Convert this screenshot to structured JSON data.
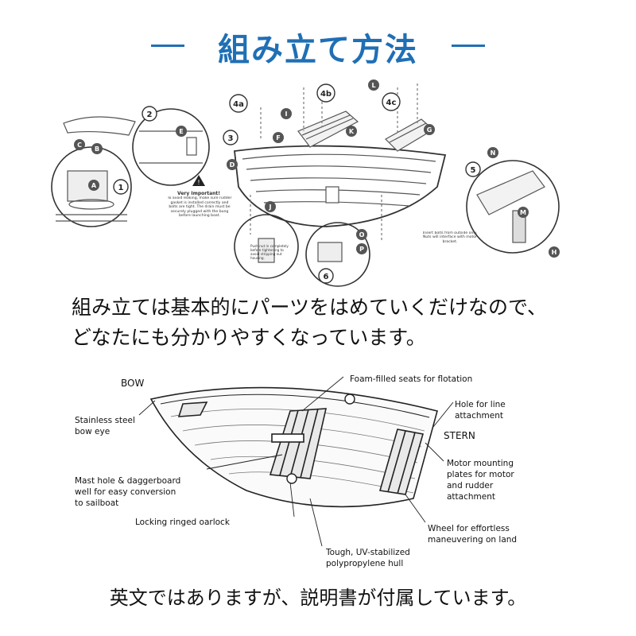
{
  "header": {
    "title": "組み立て方法"
  },
  "assembly": {
    "steps": [
      "1",
      "2",
      "3",
      "4a",
      "4b",
      "4c",
      "5",
      "6"
    ],
    "parts": [
      "A",
      "B",
      "C",
      "D",
      "E",
      "F",
      "G",
      "H",
      "I",
      "J",
      "K",
      "L",
      "M",
      "N",
      "O",
      "P"
    ],
    "notes": {
      "important_title": "Very Important!",
      "important_body": "To avoid leaking, make sure rudder gasket is installed correctly and bolts are tight. The drain must be securely plugged with the bung before launching boat.",
      "nut_note": "Push nut in completely before tightening to avoid stripping nut housing.",
      "bolt_note": "Insert bolts from outside only. Nuts will interface with motor bracket."
    }
  },
  "caption": {
    "line1": "組み立ては基本的にパーツをはめていくだけなので、",
    "line2": "どなたにも分かりやすくなっています。"
  },
  "boat_diagram": {
    "bow": "BOW",
    "stern": "STERN",
    "labels": {
      "bow_eye_1": "Stainless steel",
      "bow_eye_2": "bow eye",
      "seats": "Foam-filled seats for flotation",
      "hole_1": "Hole for line",
      "hole_2": "attachment",
      "mast_1": "Mast hole & daggerboard",
      "mast_2": "well for easy conversion",
      "mast_3": "to sailboat",
      "oarlock": "Locking ringed oarlock",
      "motor_1": "Motor mounting",
      "motor_2": "plates for motor",
      "motor_3": "and rudder",
      "motor_4": "attachment",
      "wheel_1": "Wheel for effortless",
      "wheel_2": "maneuvering on land",
      "hull_1": "Tough, UV-stabilized",
      "hull_2": "polypropylene hull"
    }
  },
  "footer": {
    "text": "英文ではありますが、説明書が付属しています。"
  }
}
